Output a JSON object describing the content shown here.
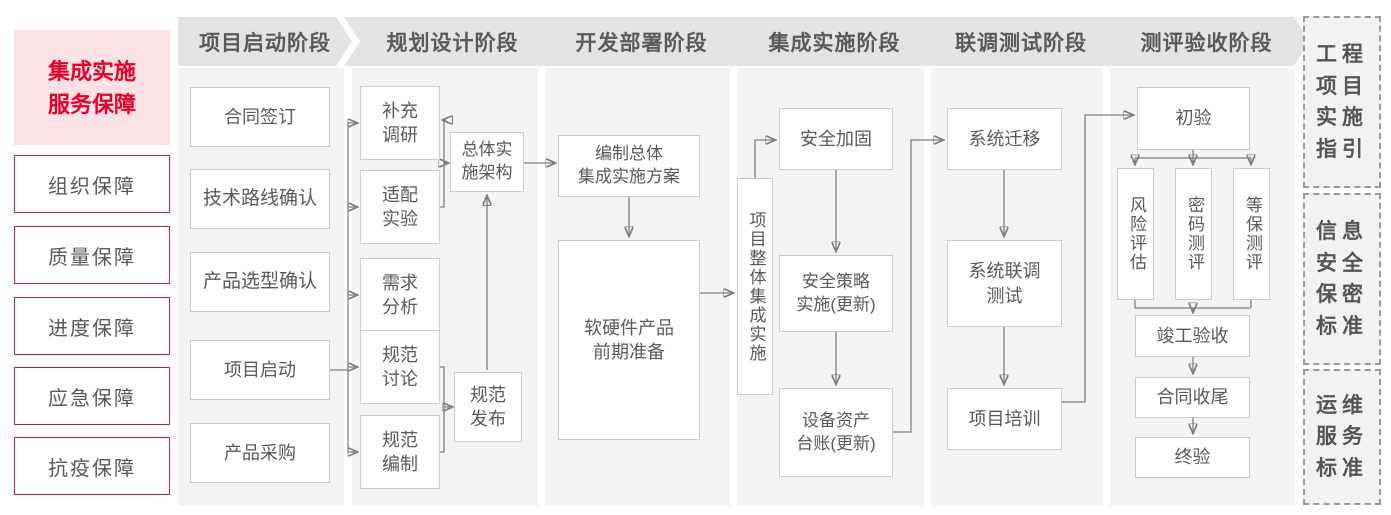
{
  "colors": {
    "accent_red": "#e60028",
    "pink_bg": "#fbe0e5",
    "red_border": "#c2203c",
    "text_gray": "#595959",
    "strip_bg": "#f3f3f3",
    "phase_header_bg": "#e3e3e3",
    "connector_line": "#7f7f7f",
    "box_border": "#cbcbcb"
  },
  "sidebar": {
    "header": "集成实施\n服务保障",
    "items": [
      "组织保障",
      "质量保障",
      "进度保障",
      "应急保障",
      "抗疫保障"
    ]
  },
  "phases": [
    "项目启动阶段",
    "规划设计阶段",
    "开发部署阶段",
    "集成实施阶段",
    "联调测试阶段",
    "测评验收阶段"
  ],
  "standards": [
    "工程\n项目\n实施\n指引",
    "信息\n安全\n保密\n标准",
    "运维\n服务\n标准"
  ],
  "nodes": {
    "contract_signing": "合同签订",
    "tech_route_confirm": "技术路线确认",
    "product_selection_confirm": "产品选型确认",
    "project_kickoff": "项目启动",
    "product_procurement": "产品采购",
    "supplementary_research": "补充\n调研",
    "adaptation_test": "适配\n实验",
    "requirement_analysis": "需求\n分析",
    "spec_discussion": "规范\n讨论",
    "spec_drafting": "规范\n编制",
    "overall_impl_architecture": "总体实\n施架构",
    "spec_release": "规范\n发布",
    "overall_integration_plan": "编制总体\n集成实施方案",
    "hw_sw_preparation": "软硬件产品\n前期准备",
    "overall_integration_impl": "项目整体集成实施",
    "security_hardening": "安全加固",
    "security_policy_impl": "安全策略\n实施(更新)",
    "asset_ledger_update": "设备资产\n台账(更新)",
    "system_migration": "系统迁移",
    "system_joint_test": "系统联调\n测试",
    "project_training": "项目培训",
    "initial_acceptance": "初验",
    "risk_assessment": "风险评估",
    "crypto_evaluation": "密码测评",
    "mlps_evaluation": "等保测评",
    "completion_acceptance": "竣工验收",
    "contract_closeout": "合同收尾",
    "final_acceptance": "终验"
  }
}
